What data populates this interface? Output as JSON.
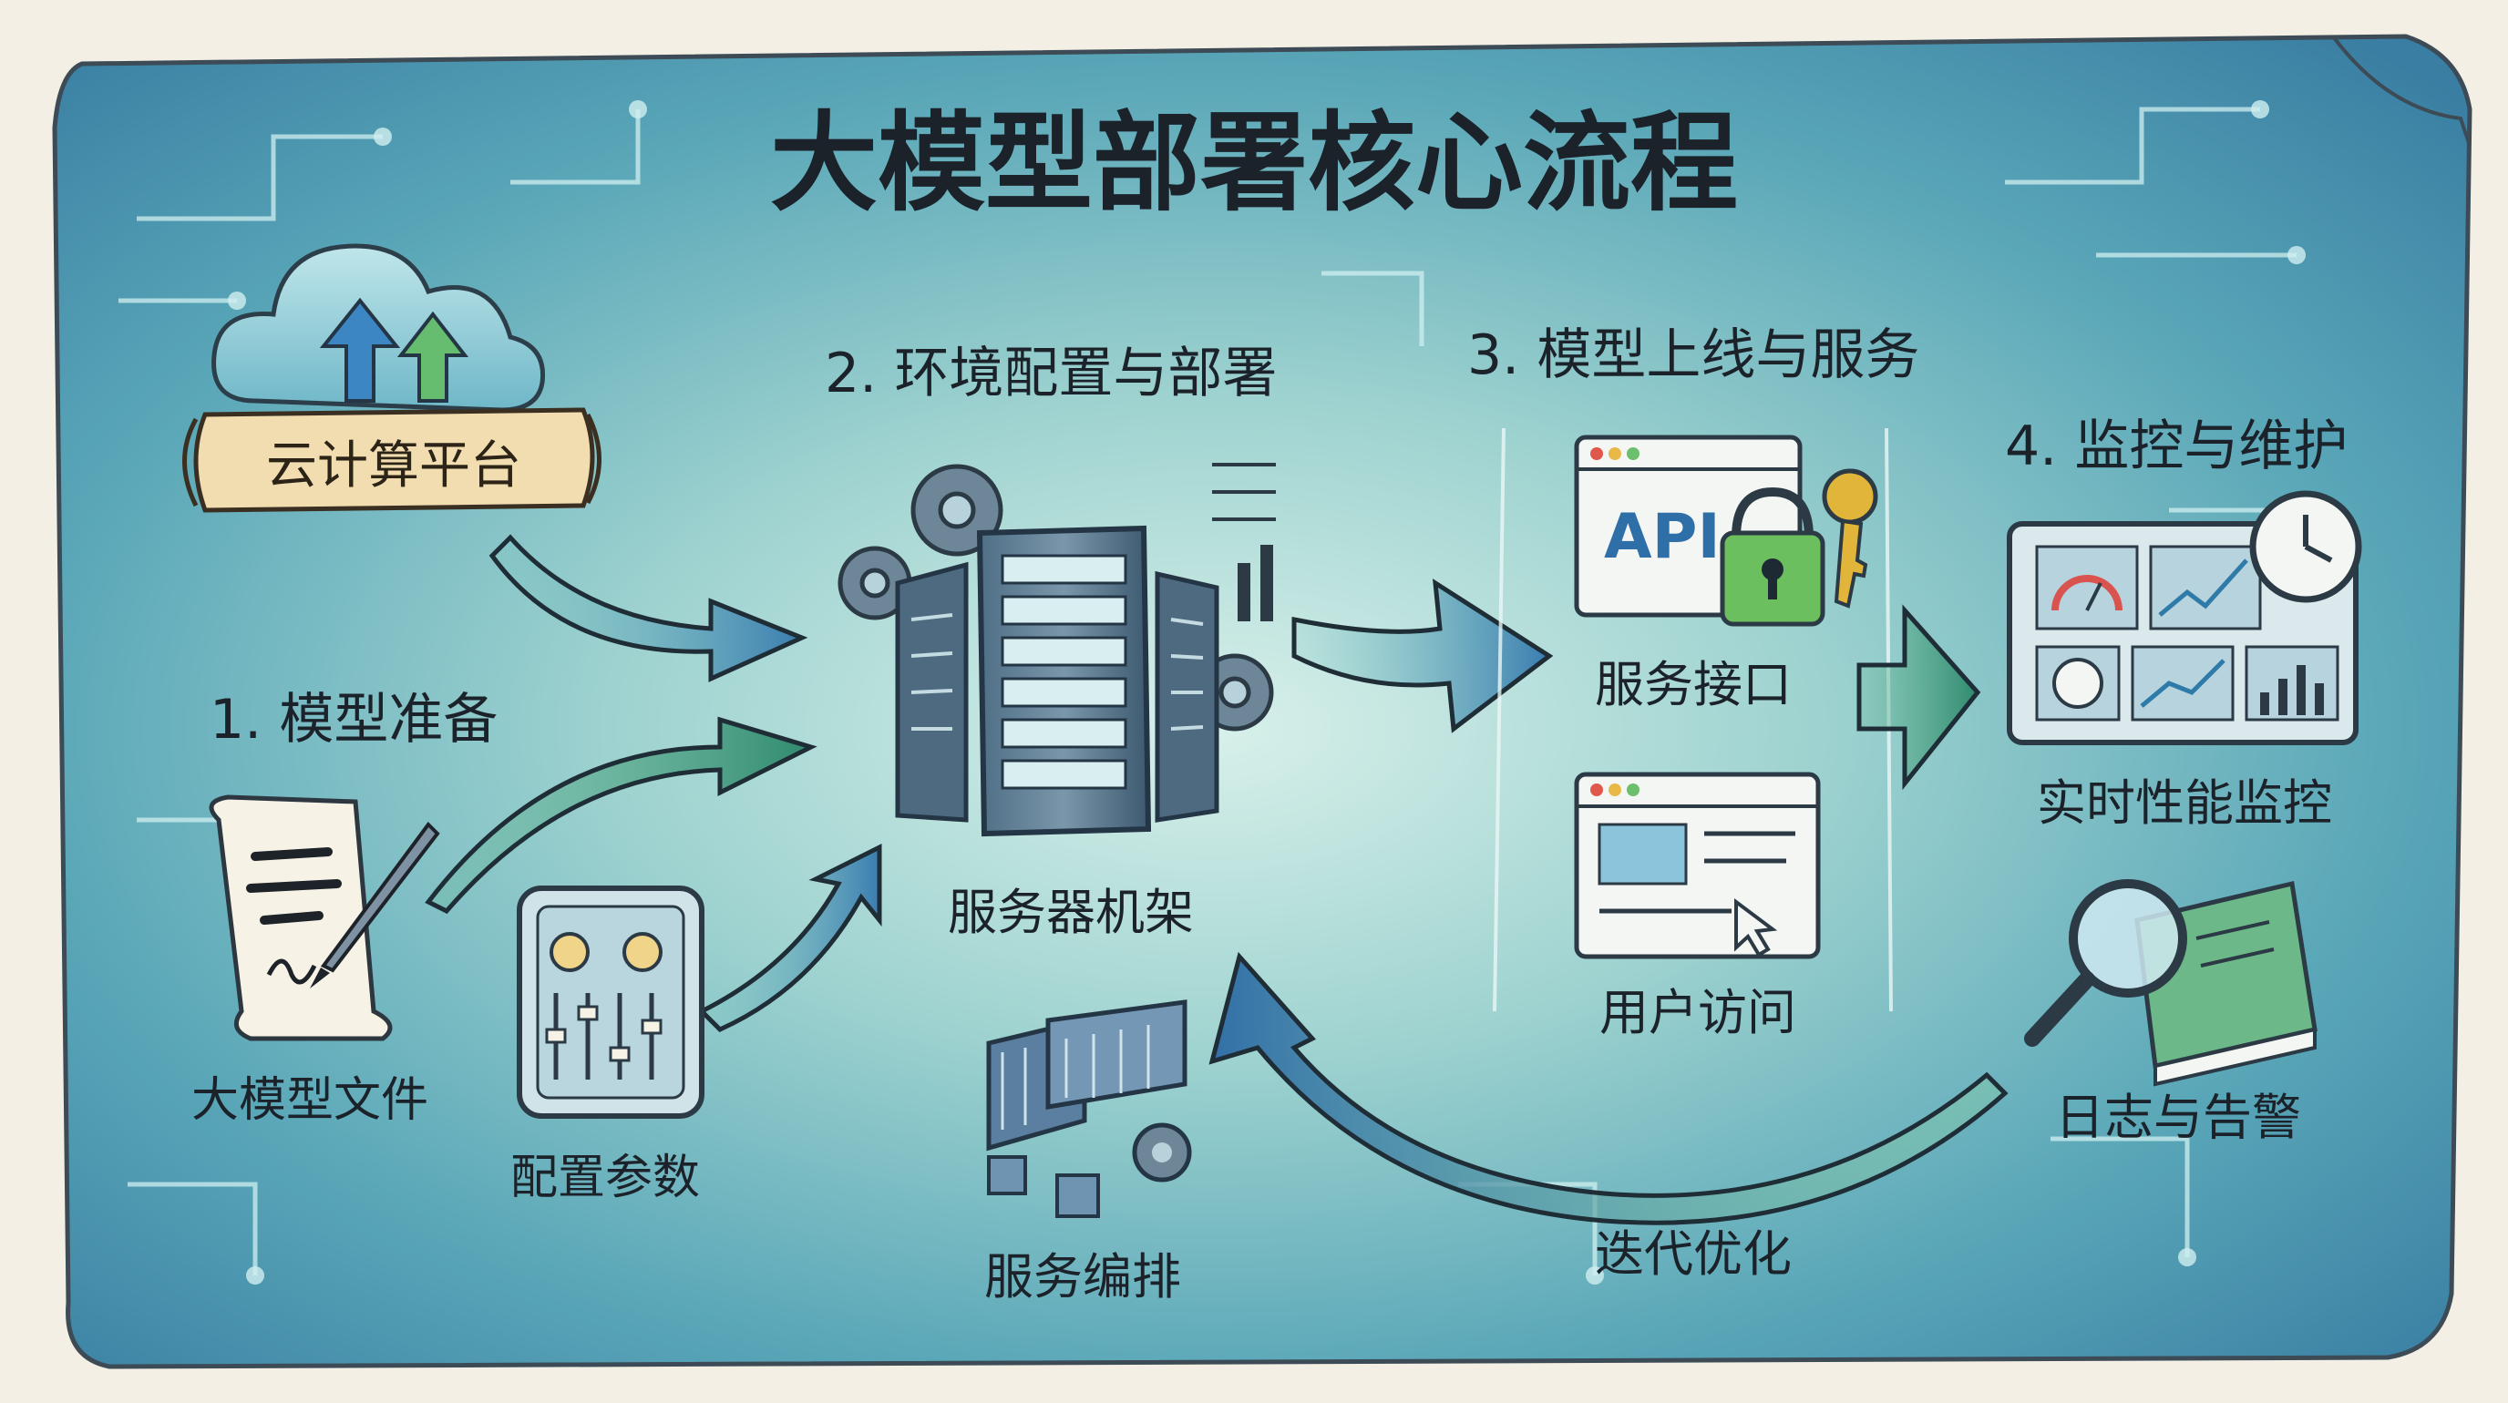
{
  "title": "大模型部署核心流程",
  "cloud": {
    "label": "云计算平台"
  },
  "step1": {
    "heading": "1. 模型准备",
    "file_label": "大模型文件",
    "params_label": "配置参数"
  },
  "step2": {
    "heading": "2. 环境配置与部署",
    "server_label": "服务器机架",
    "orchestration_label": "服务编排"
  },
  "step3": {
    "heading": "3. 模型上线与服务",
    "api_text": "API",
    "api_label": "服务接口",
    "access_label": "用户访问"
  },
  "step4": {
    "heading": "4. 监控与维护",
    "monitor_label": "实时性能监控",
    "log_label": "日志与告警"
  },
  "loop": {
    "label": "迭代优化"
  },
  "colors": {
    "paper": "#f3efe4",
    "teal": "#5fb0b8",
    "blue": "#3f7fb3",
    "green": "#6cbf7a",
    "ink": "#1d2a33",
    "scroll": "#f1ddb0",
    "key_gold": "#e1b43a"
  },
  "icons": [
    "cloud-icon",
    "upload-arrow-icon",
    "scroll-banner-icon",
    "document-scroll-icon",
    "quill-pen-icon",
    "control-panel-icon",
    "gear-icon",
    "server-rack-icon",
    "container-icon",
    "browser-window-icon",
    "padlock-icon",
    "key-icon",
    "cursor-icon",
    "dashboard-icon",
    "clock-icon",
    "magnifier-icon",
    "book-icon"
  ]
}
